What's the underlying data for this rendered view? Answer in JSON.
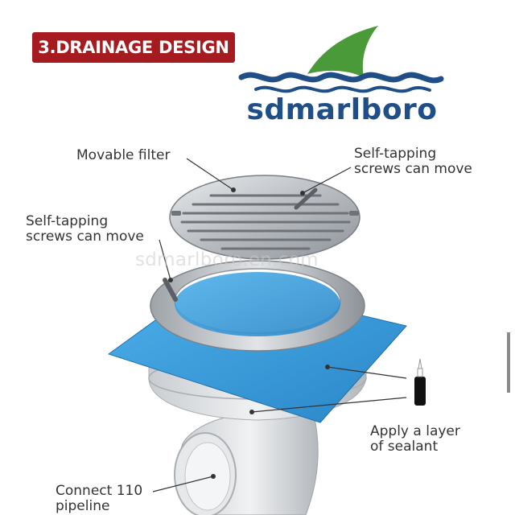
{
  "title_badge": "3.DRAINAGE DESIGN",
  "brand": {
    "name": "sdmarlboro",
    "wave_color": "#1f4f86",
    "fin_color": "#4a9a3a"
  },
  "watermark": "sdmarlboro.en.com",
  "callouts": {
    "movable_filter": "Movable filter",
    "screws_right_line1": "Self-tapping",
    "screws_right_line2": "screws can move",
    "screws_left_line1": "Self-tapping",
    "screws_left_line2": "screws can move",
    "sealant_line1": "Apply a layer",
    "sealant_line2": "of sealant",
    "pipeline_line1": "Connect 110",
    "pipeline_line2": "pipeline"
  },
  "colors": {
    "badge": "#a61b1f",
    "membrane": "#3a9ad9",
    "steel": "#c9ccd0"
  }
}
